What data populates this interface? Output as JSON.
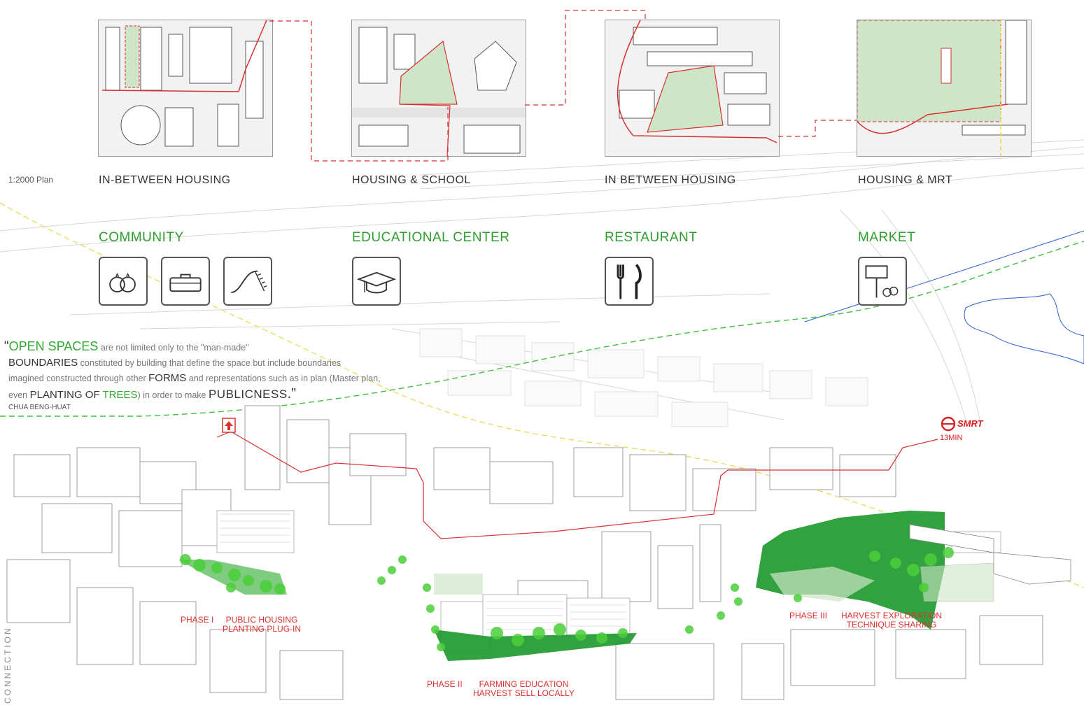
{
  "scale_label": "1:2000 Plan",
  "plans": [
    {
      "caption": "IN-BETWEEN HOUSING"
    },
    {
      "caption": "HOUSING & SCHOOL"
    },
    {
      "caption": "IN BETWEEN HOUSING"
    },
    {
      "caption": "HOUSING & MRT"
    }
  ],
  "programs": [
    {
      "title": "COMMUNITY",
      "icons": [
        "rings-icon",
        "briefcase-icon",
        "slide-icon"
      ]
    },
    {
      "title": "EDUCATIONAL CENTER",
      "icons": [
        "graduation-cap-icon"
      ]
    },
    {
      "title": "RESTAURANT",
      "icons": [
        "fork-knife-icon"
      ]
    },
    {
      "title": "MARKET",
      "icons": [
        "market-sign-icon"
      ]
    }
  ],
  "quote": {
    "open_mark": "“",
    "w1": "OPEN SPACES",
    "t1": " are not limited only to the \"man-made\"",
    "w2": "BOUNDARIES",
    "t2": " constituted by building that define the space but include boundaries",
    "t3": "imagined constructed through other ",
    "w3": "FORMS",
    "t4": " and representations such as in plan (Master plan,",
    "t5": "even ",
    "w4": "PLANTING OF ",
    "w5": "TREES",
    "t6": ") in order to make ",
    "w6": "PUBLICNESS",
    "t7": ".”",
    "author": "CHUA BENG-HUAT"
  },
  "labels": {
    "phase_left": "PHASE I",
    "public_housing": "PUBLIC HOUSING\nPLANTING PLUG-IN",
    "phase_mid": "PHASE II",
    "farming": "FARMING EDUCATION\nHARVEST SELL LOCALLY",
    "phase_right": "PHASE III",
    "harvest": "HARVEST EXPLORATION\nTECHNIQUE SHARING",
    "mrt": "SMRT",
    "mrt_time": "13MIN"
  },
  "vertical_label": "CONNECTION",
  "colors": {
    "green": "#2ea82e",
    "dark_green": "#1f9a2f",
    "light_green": "#cfe5c7",
    "red": "#e0302c",
    "route_red": "#d83030",
    "line_grey": "#bdbdbd"
  }
}
